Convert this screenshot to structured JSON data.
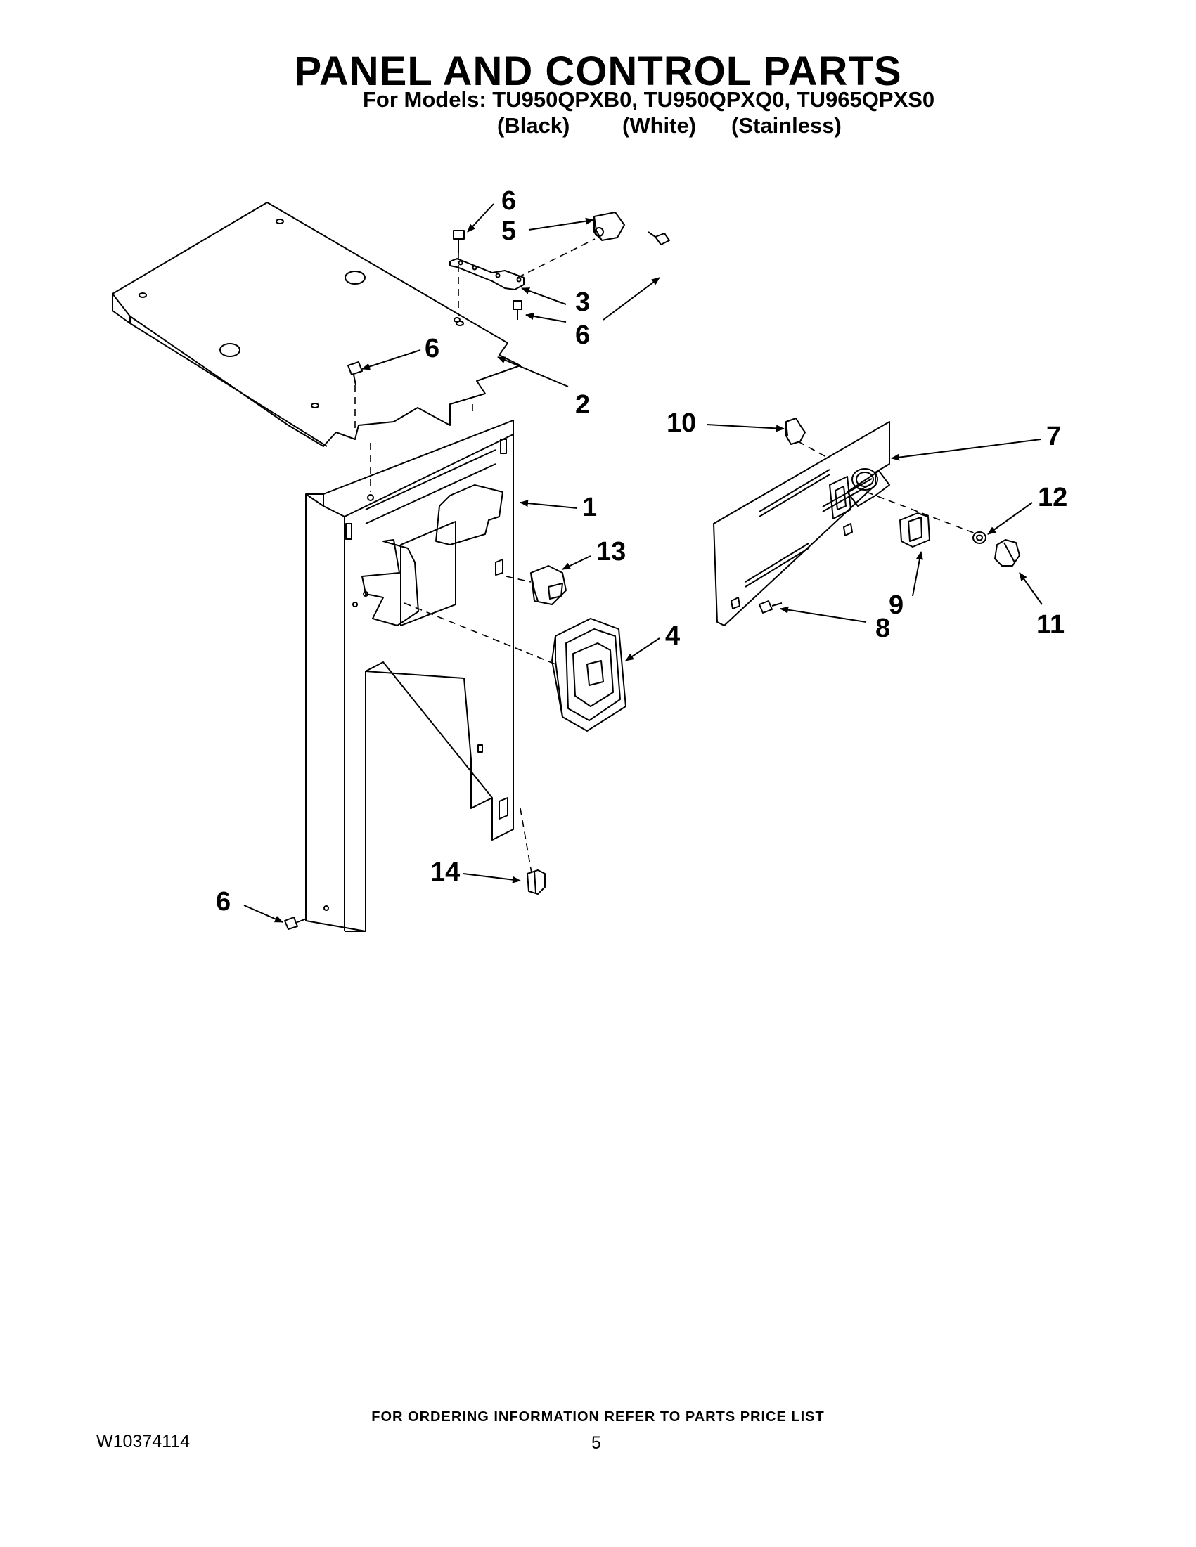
{
  "header": {
    "title": "PANEL AND CONTROL PARTS",
    "subtitle": "For Models: TU950QPXB0, TU950QPXQ0, TU965QPXS0",
    "variants": [
      "(Black)",
      "(White)",
      "(Stainless)"
    ]
  },
  "callouts": [
    "6",
    "5",
    "3",
    "6",
    "6",
    "2",
    "1",
    "13",
    "4",
    "10",
    "7",
    "12",
    "9",
    "8",
    "11",
    "14",
    "6"
  ],
  "footer": {
    "ordering_note": "FOR ORDERING INFORMATION REFER TO PARTS PRICE LIST",
    "doc_number": "W10374114",
    "page_number": "5"
  }
}
